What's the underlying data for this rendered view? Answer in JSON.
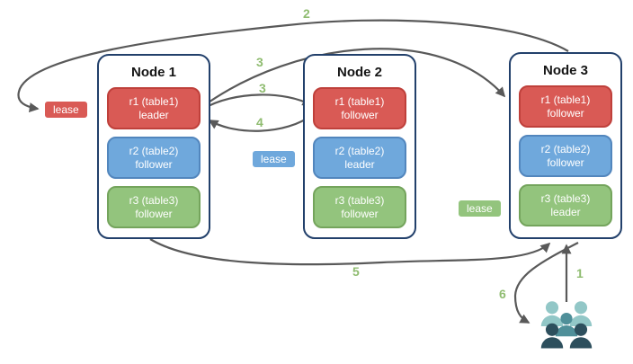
{
  "nodes": [
    {
      "title": "Node 1",
      "replicas": [
        {
          "name": "r1 (table1)",
          "role": "leader",
          "color": "red"
        },
        {
          "name": "r2 (table2)",
          "role": "follower",
          "color": "blue"
        },
        {
          "name": "r3 (table3)",
          "role": "follower",
          "color": "green"
        }
      ]
    },
    {
      "title": "Node 2",
      "replicas": [
        {
          "name": "r1 (table1)",
          "role": "follower",
          "color": "red"
        },
        {
          "name": "r2 (table2)",
          "role": "leader",
          "color": "blue"
        },
        {
          "name": "r3 (table3)",
          "role": "follower",
          "color": "green"
        }
      ]
    },
    {
      "title": "Node 3",
      "replicas": [
        {
          "name": "r1 (table1)",
          "role": "follower",
          "color": "red"
        },
        {
          "name": "r2 (table2)",
          "role": "follower",
          "color": "blue"
        },
        {
          "name": "r3 (table3)",
          "role": "leader",
          "color": "green"
        }
      ]
    }
  ],
  "leases": [
    {
      "label": "lease",
      "color": "red"
    },
    {
      "label": "lease",
      "color": "blue"
    },
    {
      "label": "lease",
      "color": "green"
    }
  ],
  "steps": {
    "step1": "1",
    "step2": "2",
    "step3_to_node3": "3",
    "step3_to_node2": "3",
    "step4": "4",
    "step5": "5",
    "step6": "6"
  },
  "icons": {
    "users": "users-group-icon"
  },
  "colors": {
    "red_fill": "#d95a55",
    "red_border": "#bf403b",
    "blue_fill": "#6fa8dc",
    "blue_border": "#5286bd",
    "green_fill": "#93c47d",
    "green_border": "#74a45c",
    "node_border": "#22406b",
    "arrow": "#595959",
    "step_label": "#8fbc70",
    "users_light": "#92c7c7",
    "users_mid": "#4f8f99",
    "users_dark": "#2d4f5d"
  }
}
